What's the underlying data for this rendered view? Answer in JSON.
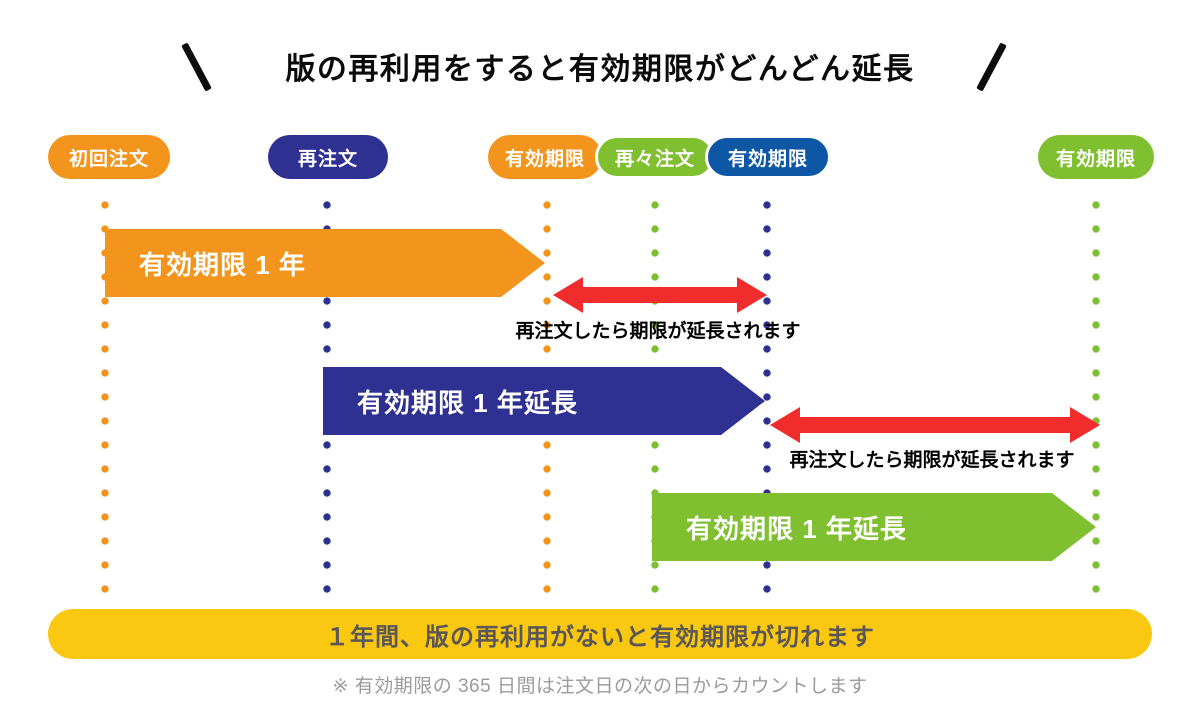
{
  "title": "版の再利用をすると有効期限がどんどん延長",
  "palette": {
    "orange": "#F3941C",
    "navy": "#2E3092",
    "green": "#7FBF30",
    "blue": "#0E57A4",
    "red": "#F02C2C",
    "yellow": "#FAC711",
    "expiry_text_gray": "#595757",
    "footnote_gray": "#9B9B9B"
  },
  "timeline_pills": [
    {
      "label": "初回注文",
      "color": "#F3941C"
    },
    {
      "label": "再注文",
      "color": "#2E3092"
    },
    {
      "label": "有効期限",
      "color": "#F3941C"
    },
    {
      "label": "再々注文",
      "color": "#7FBF30"
    },
    {
      "label": "有効期限",
      "color": "#0E57A4"
    },
    {
      "label": "有効期限",
      "color": "#7FBF30"
    }
  ],
  "period_banners": [
    {
      "label": "有効期限 1 年",
      "color": "#F3941C"
    },
    {
      "label": "有効期限 1 年延長",
      "color": "#2E3092"
    },
    {
      "label": "有効期限 1 年延長",
      "color": "#7FBF30"
    }
  ],
  "extension_arrows": [
    {
      "caption": "再注文したら期限が延長されます"
    },
    {
      "caption": "再注文したら期限が延長されます"
    }
  ],
  "expiry_banner": "１年間、版の再利用がないと有効期限が切れます",
  "footnote": "※ 有効期限の 365 日間は注文日の次の日からカウントします"
}
